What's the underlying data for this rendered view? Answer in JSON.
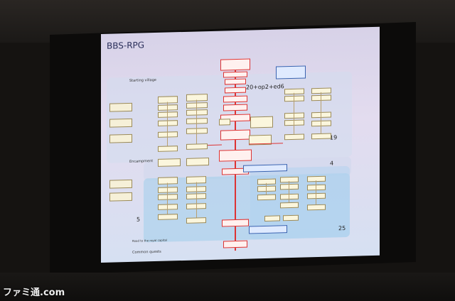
{
  "slide": {
    "title": "BBS-RPG",
    "formula": "20+op2+ed6",
    "labels": {
      "starting_village": "Starting village",
      "encampment": "Encampment",
      "common_quests": "Common quests",
      "road_to_capital": "Road to the royal capital"
    },
    "numbers": {
      "n19": "19",
      "n4": "4",
      "n5": "5",
      "n25": "25"
    }
  },
  "watermark": "ファミ通.com"
}
